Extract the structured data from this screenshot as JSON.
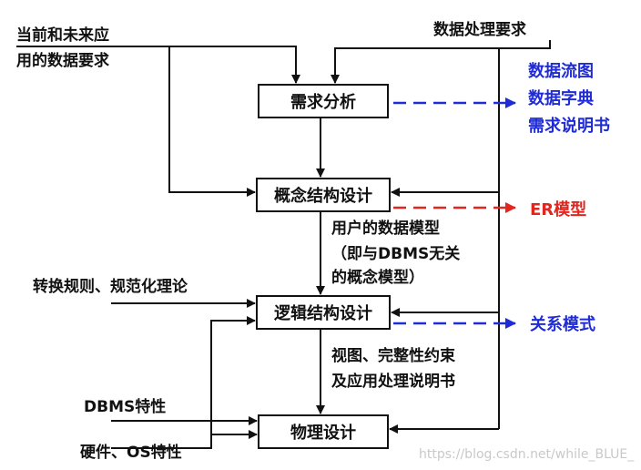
{
  "inputs": {
    "current_future": [
      "当前和未来应",
      "用的数据要求"
    ],
    "processing_req": "数据处理要求",
    "conversion_rules": "转换规则、规范化理论",
    "dbms_features": "DBMS特性",
    "hardware_os": "硬件、OS特性"
  },
  "stages": {
    "requirements": "需求分析",
    "conceptual": "概念结构设计",
    "logical": "逻辑结构设计",
    "physical": "物理设计"
  },
  "intermediate": {
    "user_model": [
      "用户的数据模型",
      "（即与DBMS无关",
      "的概念模型）"
    ],
    "views": [
      "视图、完整性约束",
      "及应用处理说明书"
    ]
  },
  "outputs": {
    "requirements": [
      "数据流图",
      "数据字典",
      "需求说明书"
    ],
    "conceptual": "ER模型",
    "logical": "关系模式"
  },
  "colors": {
    "blue": "#1f2bd6",
    "red": "#e1261f",
    "line": "#111111"
  },
  "watermark": "https://blog.csdn.net/while_BLUE_"
}
